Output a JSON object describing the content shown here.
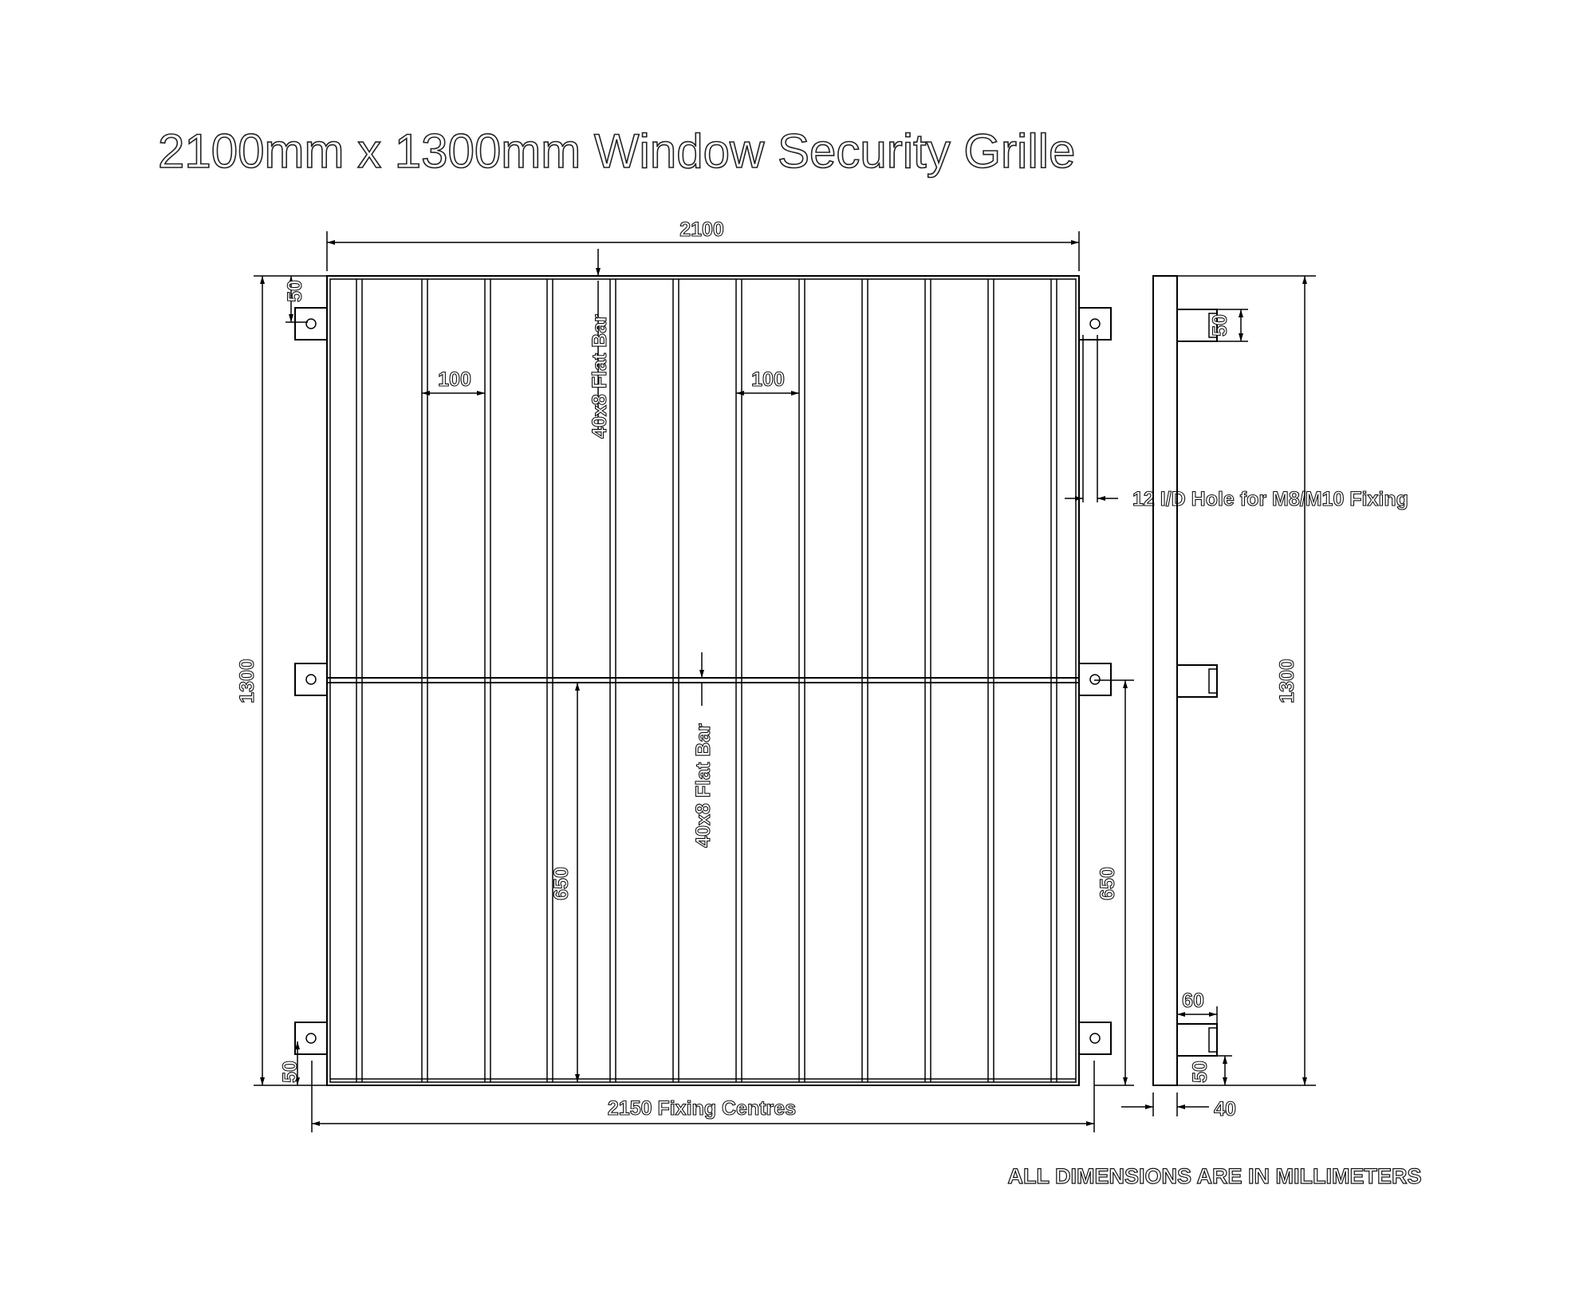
{
  "title": "2100mm x 1300mm Window Security Grille",
  "units_note": "ALL DIMENSIONS ARE IN MILLIMETERS",
  "dimensions": {
    "overall_width": "2100",
    "overall_height_left": "1300",
    "overall_height_right": "1300",
    "bar_spacing_left": "100",
    "bar_spacing_right": "100",
    "top_lug_offset": "50",
    "bottom_lug_offset": "50",
    "side_top_lug": "50",
    "side_bottom_lug": "50",
    "lower_half_center": "650",
    "lower_half_right": "650",
    "fixing_centres": "2150 Fixing Centres",
    "lug_projection": "60",
    "frame_depth": "40"
  },
  "labels": {
    "top_flat_bar": "40x8 Flat Bar",
    "mid_flat_bar": "40x8 Flat Bar",
    "hole_note": "12 I/D Hole for M8/M10 Fixing"
  }
}
